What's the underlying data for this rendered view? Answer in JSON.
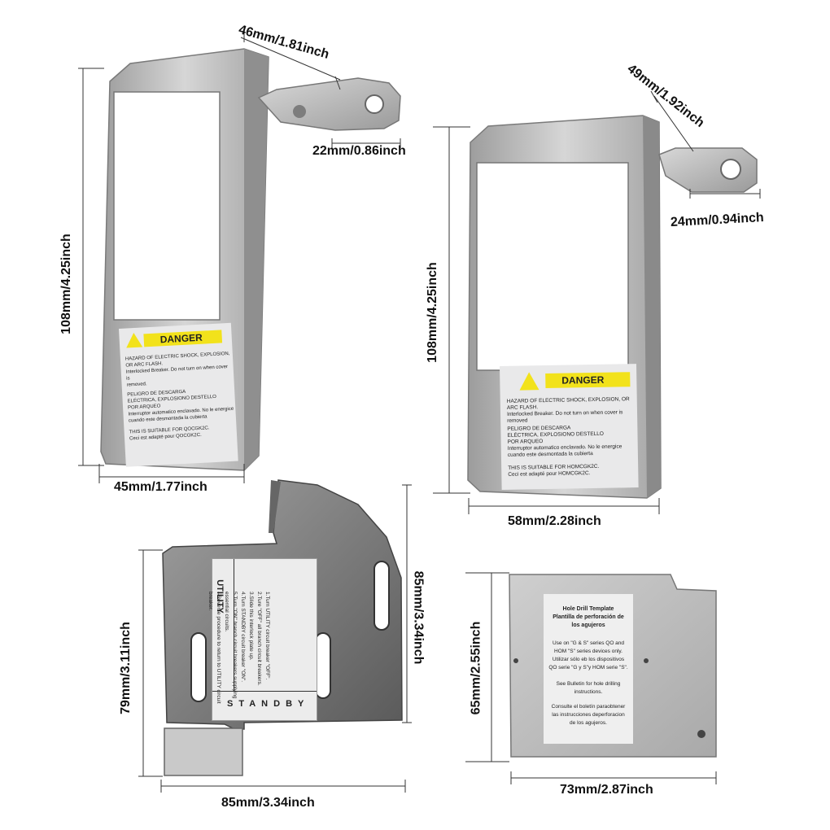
{
  "dimensions": {
    "a_top": "46mm/1.81inch",
    "a_tab": "22mm/0.86inch",
    "a_height": "108mm/4.25inch",
    "a_width": "45mm/1.77inch",
    "b_top": "49mm/1.92inch",
    "b_tab": "24mm/0.94inch",
    "b_height": "108mm/4.25inch",
    "b_width": "58mm/2.28inch",
    "c_height": "79mm/3.11inch",
    "c_right": "85mm/3.34inch",
    "c_width": "85mm/3.34inch",
    "d_height": "65mm/2.55inch",
    "d_width": "73mm/2.87inch"
  },
  "label_a": {
    "danger": "DANGER",
    "line1": "HAZARD OF ELECTRIC SHOCK, EXPLOSION,",
    "line2": "OR ARC FLASH.",
    "line3": "Interlocked Breaker. Do not turn on when cover is",
    "line4": "removed.",
    "line5": "PELIGRO DE DESCARGA",
    "line6": "ELÉCTRICA, EXPLOSIONO DESTELLO",
    "line7": "POR ARQUEO",
    "line8": "Interruptor automatico enclavado. No le energice",
    "line9": "cuando este desmontada la cubierta",
    "line10": "THIS IS SUITABLE FOR QOCGK2C.",
    "line11": "Ceci est adapté pour QOCGK2C."
  },
  "label_b": {
    "danger": "DANGER",
    "line1": "HAZARD OF ELECTRIC SHOCK, EXPLOSION, OR",
    "line2": "ARC FLASH.",
    "line3": "Interlocked Breaker. Do not turn on when cover is removed",
    "line4": "PELIGRO DE DESCARGA",
    "line5": "ELÉCTRICA, EXPLOSIONO DESTELLO",
    "line6": "POR ARQUEO",
    "line7": "Interruptor automatico enclavado. No le energice",
    "line8": "cuando este desmontada la cubierta",
    "line9": "THIS IS SUITABLE FOR HOMCGK2C.",
    "line10": "Ceci est adapté pour HOMCGK2C."
  },
  "label_c": {
    "utility": "UTILITY",
    "standby": "STANDBY",
    "line1": "1.Turn UTILITY circuit breaker \"OFF\".",
    "line2": "2.Ture \"OFF\" all branch circuit breakers.",
    "line3": "3.Slide this interlock plate up.",
    "line4": "4.Turn STANDBY circuit breaker \"ON\".",
    "line5": "5.Turn \"ON\" branch circuit breakers supplying",
    "line6": "essential circuits.",
    "line7": "--Reverse procedure to return to UTILITY circuit",
    "line8": "breaker."
  },
  "label_d": {
    "title1": "Hole Drill Template",
    "title2": "Plantilla de perforación de",
    "title3": "los agujeros",
    "p1a": "Use on \"G & S\" series QO and",
    "p1b": "HOM \"S\" series devices only.",
    "p1c": "Utilizar sólo eb los dispositivos",
    "p1d": "QO serie \"G y S\"y HOM serie \"S\".",
    "p2a": "See Bulletin for hole drilling",
    "p2b": "instructions.",
    "p3a": "Consulte el boletín paraobtener",
    "p3b": "las instrucciones deperforacion",
    "p3c": "de los agujeros."
  },
  "colors": {
    "metal_light": "#cfcfcf",
    "metal_dark": "#8e8e8e",
    "danger_yellow": "#f2e21b",
    "label_bg": "#e9e9ea"
  }
}
